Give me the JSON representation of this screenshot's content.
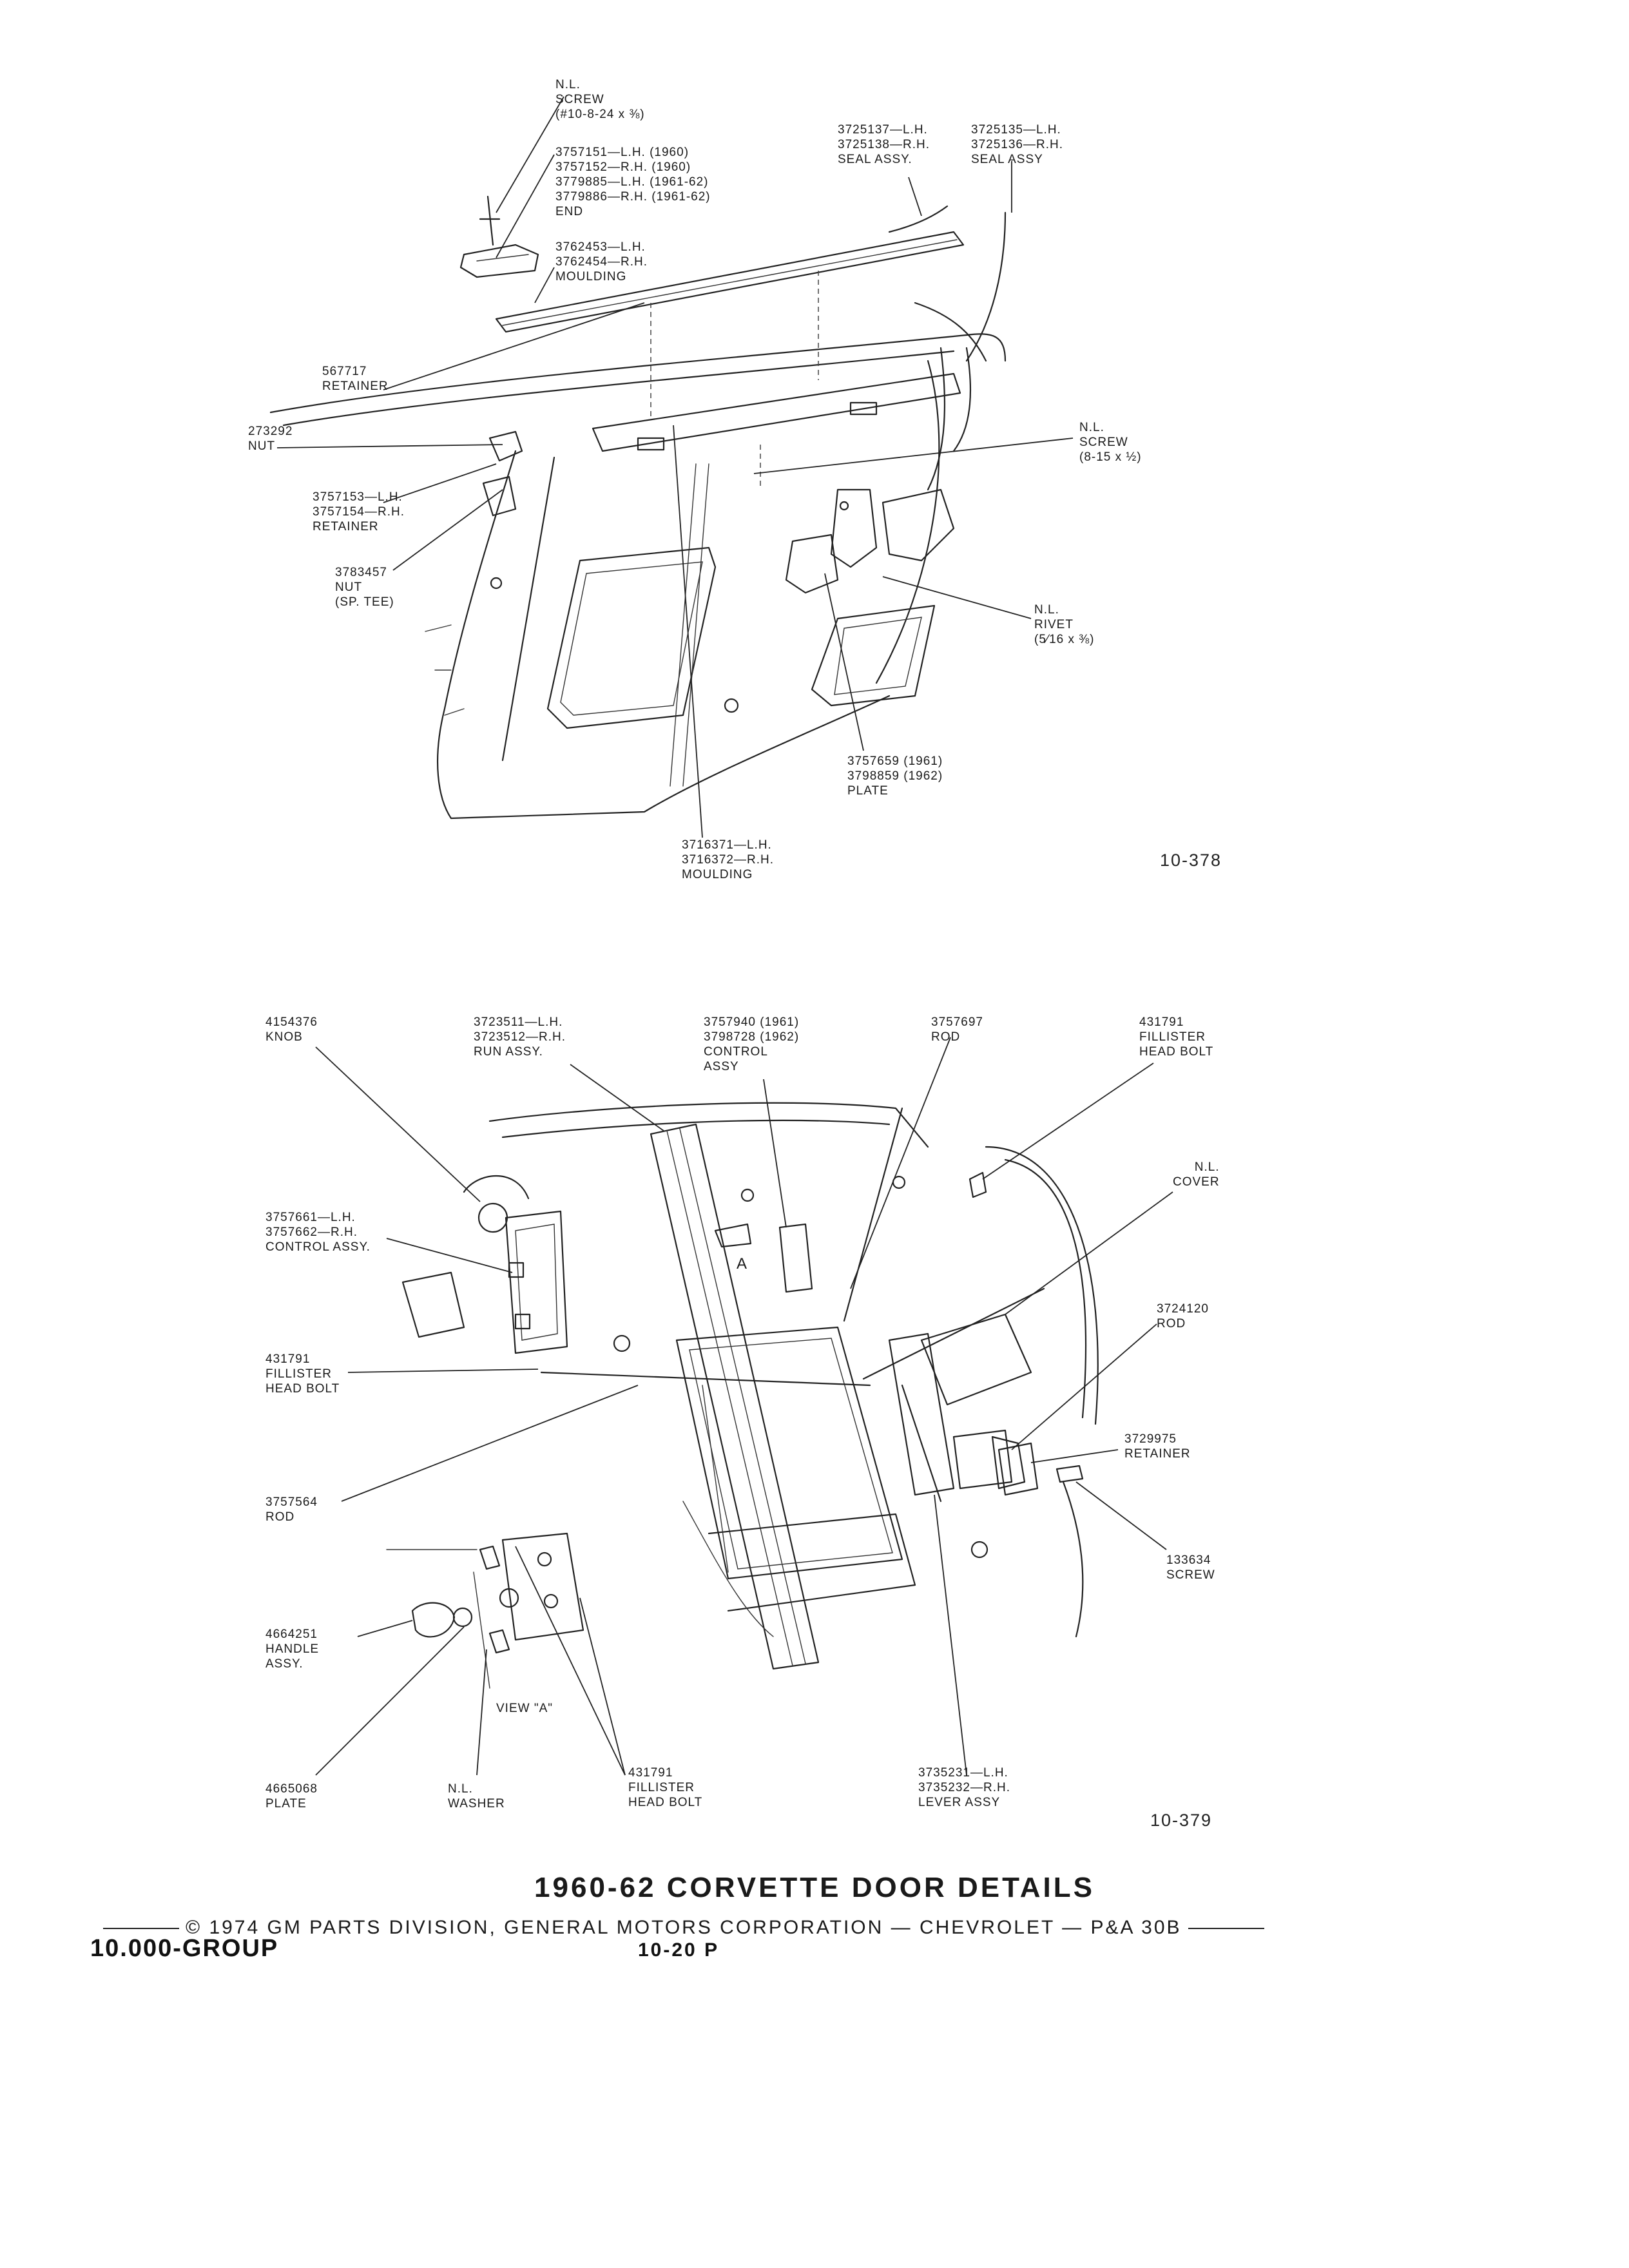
{
  "diagram_top": {
    "figure_number": "10-378",
    "labels": [
      {
        "id": "nl-screw-top",
        "lines": [
          "N.L.",
          "SCREW",
          "(#10-8-24 x ⅜)"
        ]
      },
      {
        "id": "end",
        "lines": [
          "3757151—L.H. (1960)",
          "3757152—R.H. (1960)",
          "3779885—L.H. (1961-62)",
          "3779886—R.H. (1961-62)",
          "END"
        ]
      },
      {
        "id": "moulding-upper",
        "lines": [
          "3762453—L.H.",
          "3762454—R.H.",
          "MOULDING"
        ]
      },
      {
        "id": "seal-assy-1",
        "lines": [
          "3725137—L.H.",
          "3725138—R.H.",
          "SEAL ASSY."
        ]
      },
      {
        "id": "seal-assy-2",
        "lines": [
          "3725135—L.H.",
          "3725136—R.H.",
          "SEAL ASSY"
        ]
      },
      {
        "id": "retainer-567717",
        "lines": [
          "567717",
          "RETAINER"
        ]
      },
      {
        "id": "nut-273292",
        "lines": [
          "273292",
          "NUT"
        ]
      },
      {
        "id": "nl-screw-8-15",
        "lines": [
          "N.L.",
          "SCREW",
          "(8-15 x ½)"
        ]
      },
      {
        "id": "retainer-3757153",
        "lines": [
          "3757153—L.H.",
          "3757154—R.H.",
          "RETAINER"
        ]
      },
      {
        "id": "nut-sp-tee",
        "lines": [
          "3783457",
          "NUT",
          "(SP. TEE)"
        ]
      },
      {
        "id": "nl-rivet",
        "lines": [
          "N.L.",
          "RIVET",
          "(5⁄16 x ⅜)"
        ]
      },
      {
        "id": "plate-3757659",
        "lines": [
          "3757659 (1961)",
          "3798859 (1962)",
          "PLATE"
        ]
      },
      {
        "id": "moulding-lower",
        "lines": [
          "3716371—L.H.",
          "3716372—R.H.",
          "MOULDING"
        ]
      }
    ]
  },
  "diagram_bottom": {
    "figure_number": "10-379",
    "labels": [
      {
        "id": "knob",
        "lines": [
          "4154376",
          "KNOB"
        ]
      },
      {
        "id": "run-assy",
        "lines": [
          "3723511—L.H.",
          "3723512—R.H.",
          "RUN ASSY."
        ]
      },
      {
        "id": "control-assy-top",
        "lines": [
          "3757940 (1961)",
          "3798728 (1962)",
          "CONTROL",
          "ASSY"
        ]
      },
      {
        "id": "rod-3757697",
        "lines": [
          "3757697",
          "ROD"
        ]
      },
      {
        "id": "bolt-431791-top",
        "lines": [
          "431791",
          "FILLISTER",
          "HEAD BOLT"
        ]
      },
      {
        "id": "nl-cover",
        "lines": [
          "N.L.",
          "COVER"
        ]
      },
      {
        "id": "control-assy-left",
        "lines": [
          "3757661—L.H.",
          "3757662—R.H.",
          "CONTROL ASSY."
        ]
      },
      {
        "id": "rod-3724120",
        "lines": [
          "3724120",
          "ROD"
        ]
      },
      {
        "id": "bolt-431791-left",
        "lines": [
          "431791",
          "FILLISTER",
          "HEAD BOLT"
        ]
      },
      {
        "id": "retainer-3729975",
        "lines": [
          "3729975",
          "RETAINER"
        ]
      },
      {
        "id": "rod-3757564",
        "lines": [
          "3757564",
          "ROD"
        ]
      },
      {
        "id": "screw-133634",
        "lines": [
          "133634",
          "SCREW"
        ]
      },
      {
        "id": "handle-assy",
        "lines": [
          "4664251",
          "HANDLE",
          "ASSY."
        ]
      },
      {
        "id": "view-a",
        "lines": [
          "VIEW \"A\""
        ]
      },
      {
        "id": "view-a-marker",
        "lines": [
          "A"
        ]
      },
      {
        "id": "plate-4665068",
        "lines": [
          "4665068",
          "PLATE"
        ]
      },
      {
        "id": "nl-washer",
        "lines": [
          "N.L.",
          "WASHER"
        ]
      },
      {
        "id": "bolt-431791-bottom",
        "lines": [
          "431791",
          "FILLISTER",
          "HEAD BOLT"
        ]
      },
      {
        "id": "lever-assy",
        "lines": [
          "3735231—L.H.",
          "3735232—R.H.",
          "LEVER ASSY"
        ]
      }
    ]
  },
  "footer": {
    "title": "1960-62 CORVETTE DOOR DETAILS",
    "copyright": "© 1974 GM PARTS DIVISION, GENERAL MOTORS CORPORATION — CHEVROLET — P&A 30B",
    "group": "10.000-GROUP",
    "page": "10-20  P"
  }
}
